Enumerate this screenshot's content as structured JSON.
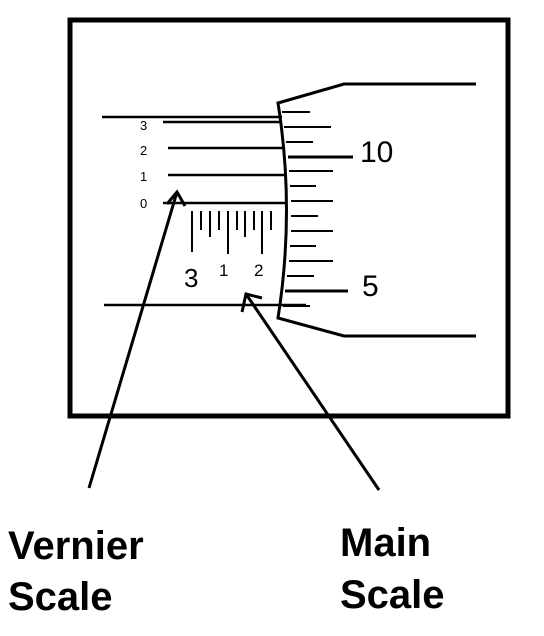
{
  "vernier_scale": {
    "labels": [
      "3",
      "2",
      "1",
      "0"
    ],
    "caption_line1": "Vernier",
    "caption_line2": "Scale"
  },
  "thimble_scale": {
    "label_upper": "10",
    "label_lower": "5"
  },
  "main_scale": {
    "label_big": "3",
    "label_1": "1",
    "label_2": "2",
    "caption_line1": "Main",
    "caption_line2": "Scale"
  }
}
